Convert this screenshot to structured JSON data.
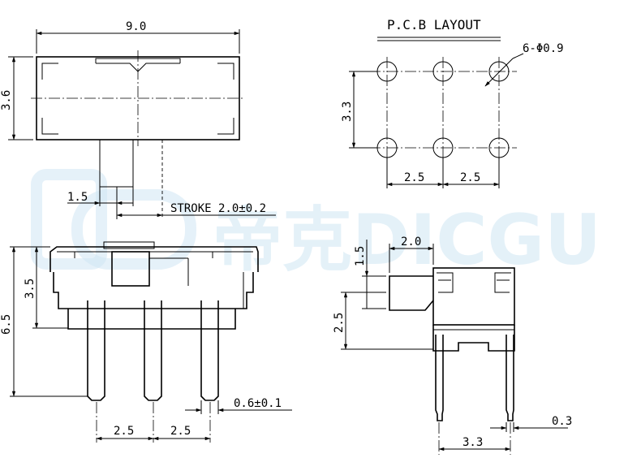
{
  "watermark": {
    "logo_text": "帝克DICGU",
    "color": "#cfe6f4"
  },
  "top_view": {
    "width_dim": "9.0",
    "height_dim": "3.6",
    "dim_15": "1.5",
    "stroke_label": "STROKE 2.0±0.2"
  },
  "pcb_layout": {
    "title": "P.C.B LAYOUT",
    "hole_label": "6-Φ0.9",
    "v_dim": "3.3",
    "h_dim_left": "2.5",
    "h_dim_right": "2.5"
  },
  "front_view": {
    "height_total": "6.5",
    "height_body": "3.5",
    "pin_dim": "0.6±0.1",
    "pitch_left": "2.5",
    "pitch_right": "2.5"
  },
  "side_view": {
    "actuator_width": "2.0",
    "actuator_height": "1.5",
    "offset_dim": "2.5",
    "pin_width": "0.3",
    "span_dim": "3.3"
  }
}
